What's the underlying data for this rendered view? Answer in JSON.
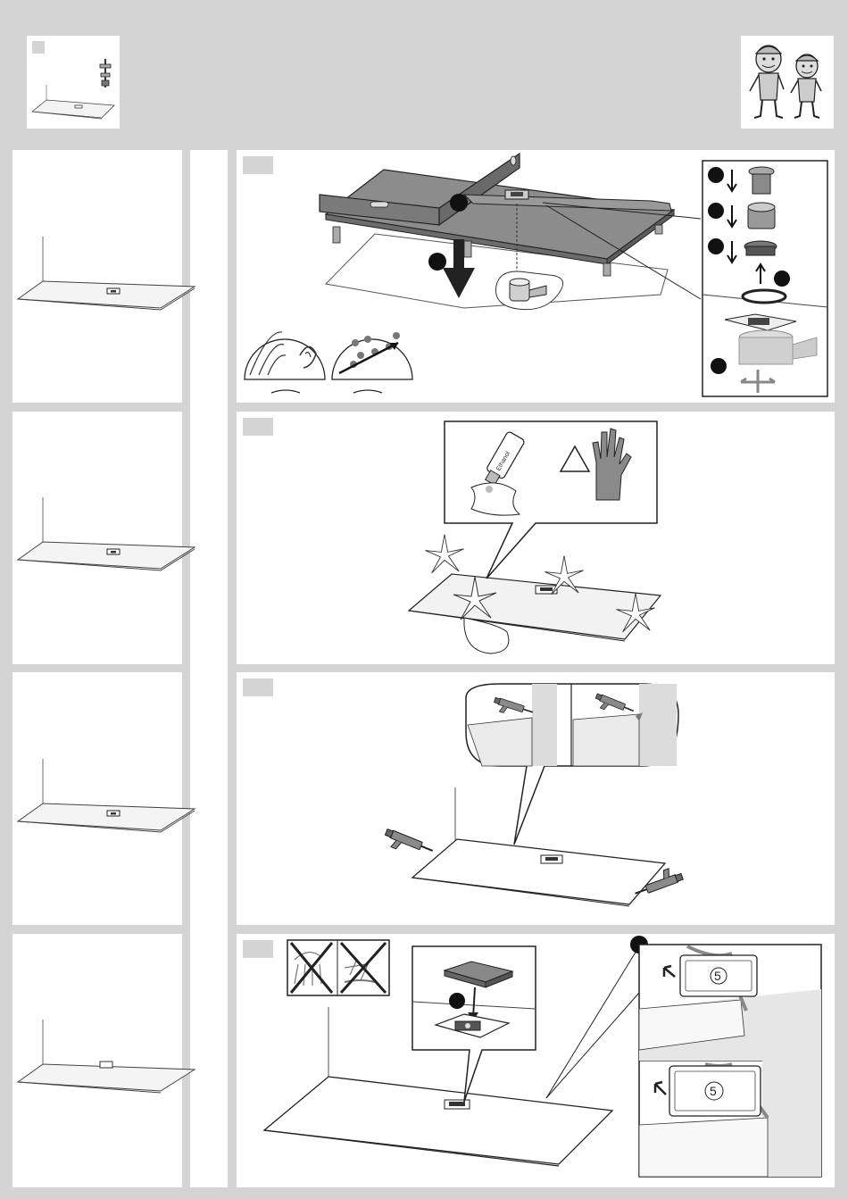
{
  "header": {
    "thumb_icon": "shower-tray-with-adjustable-foot",
    "mascot_icon": "two-installer-figures"
  },
  "steps": [
    {
      "id": "step-1",
      "thumb": "shower-tray-overview",
      "icons": [
        "level-icon",
        "drain-assembly-icon",
        "wood-grain-icon",
        "ear-icon",
        "water-drops-icon"
      ]
    },
    {
      "id": "step-2",
      "thumb": "shower-tray-overview",
      "icons": [
        "ethanol-bottle-icon",
        "cloth-icon",
        "warning-triangle-icon",
        "glove-icon",
        "sparkle-icon"
      ]
    },
    {
      "id": "step-3",
      "thumb": "shower-tray-overview",
      "icons": [
        "silicone-gun-icon",
        "sealant-joint-icon"
      ]
    },
    {
      "id": "step-4",
      "thumb": "shower-tray-overview",
      "icons": [
        "no-shower-icon",
        "drain-cover-icon",
        "protection-strip-icon"
      ]
    }
  ],
  "labels": {
    "bottle_text": "Ethanol",
    "strip_number_top": "5",
    "strip_number_bottom": "5"
  }
}
